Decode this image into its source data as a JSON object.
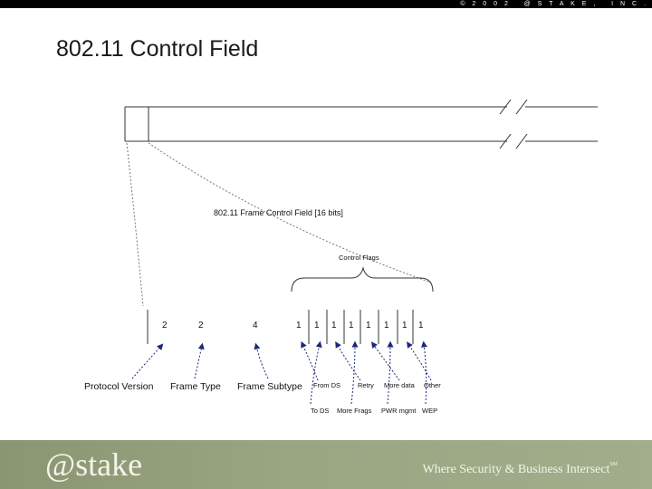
{
  "header": {
    "copyright": "© 2 0 0 2   @ S T A K E ,   I N C ."
  },
  "slide": {
    "title": "802.11 Control Field"
  },
  "diagram": {
    "field_title": "802.11 Frame Control Field [16 bits]",
    "flags_title": "Control Flags",
    "bit_widths": [
      "2",
      "2",
      "4",
      "1",
      "1",
      "1",
      "1",
      "1",
      "1",
      "1",
      "1"
    ],
    "field_labels": {
      "protocol_version": "Protocol Version",
      "frame_type": "Frame Type",
      "frame_subtype": "Frame Subtype"
    },
    "flag_labels_upper": [
      "From DS",
      "Retry",
      "More data",
      "Other"
    ],
    "flag_labels_lower": [
      "To DS",
      "More Frags",
      "PWR mgmt",
      "WEP"
    ]
  },
  "footer": {
    "logo": "@stake",
    "tagline": "Where Security & Business Intersect",
    "tagline_mark": "SM",
    "background_color": "#9aa682",
    "text_color": "#f4f4ea"
  }
}
